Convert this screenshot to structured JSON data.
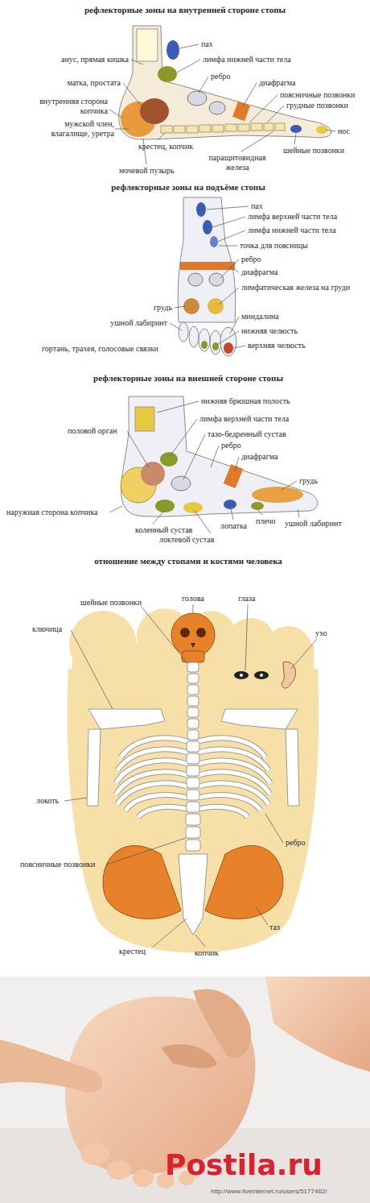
{
  "diagram": {
    "title": "рефлекторные зоны на внутренней стороне стопы",
    "labels": [
      "пах",
      "анус, прямая кишка",
      "лимфа нижней части тела",
      "ребро",
      "матка, простата",
      "диафрагма",
      "поясничные позвонки",
      "внутренняя сторона копчика",
      "грудные позвонки",
      "мужской член, влагалище, уретра",
      "нос",
      "крестец, копчик",
      "шейные позвонки",
      "паращитовидная железа",
      "мочевой пузырь",
      "рефлекторные зоны на подъёме стопы",
      "пах",
      "лимфа верхней части тела",
      "лимфа нижней части тела",
      "точка для поясницы",
      "ребро",
      "диафрагма",
      "лимфатическая железа на груди",
      "грудь",
      "миндалина",
      "ушной лабиринт",
      "нижняя челюсть",
      "верхняя челюсть",
      "гортань, трахея, голосовые связки",
      "рефлекторные зоны на внешней стороне стопы",
      "нижняя брюшная полость",
      "половой орган",
      "лимфа верхней части тела",
      "тазо-бедренный сустав",
      "ребро",
      "диафрагма",
      "грудь",
      "наружная сторона копчика",
      "лопатка",
      "плечо",
      "ушной лабиринт",
      "коленный сустав",
      "локтевой сустав",
      "отношение между стопами и костями человека",
      "голова",
      "шейные позвонки",
      "глаза",
      "ключица",
      "ухо",
      "локоть",
      "ребро",
      "поясничные позвонки",
      "таз",
      "крестец",
      "копчик",
      "Postila.ru",
      "http://www.liveinternet.ru/users/5177462/"
    ]
  }
}
